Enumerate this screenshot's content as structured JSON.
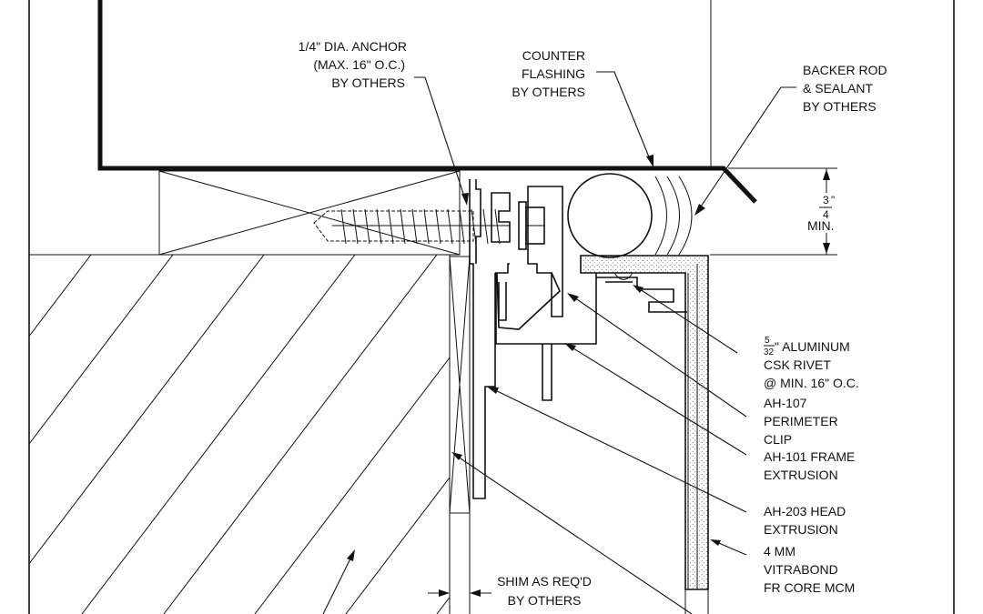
{
  "labels": {
    "anchor": [
      "1/4\" DIA. ANCHOR",
      "(MAX. 16\" O.C.)",
      "BY OTHERS"
    ],
    "counter_flashing": [
      "COUNTER",
      "FLASHING",
      "BY OTHERS"
    ],
    "backer_rod": [
      "BACKER ROD",
      "& SEALANT",
      "BY OTHERS"
    ],
    "min_dim": {
      "num": "3",
      "den": "4",
      "unit": "\"",
      "text": "MIN."
    },
    "rivet": {
      "frac_num": "5",
      "frac_den": "32",
      "line1_rest": "\" ALUMINUM",
      "line2": "CSK RIVET",
      "line3": "@ MIN. 16\" O.C."
    },
    "perimeter_clip": [
      "AH-107",
      "PERIMETER",
      "CLIP"
    ],
    "frame_extrusion": [
      "AH-101 FRAME",
      "EXTRUSION"
    ],
    "head_extrusion": [
      "AH-203 HEAD",
      "EXTRUSION"
    ],
    "mcm": [
      "4 MM",
      "VITRABOND",
      "FR CORE MCM"
    ],
    "shim": [
      "SHIM AS REQ'D",
      "BY OTHERS"
    ]
  },
  "colors": {
    "ink": "#111111",
    "paper": "#ffffff"
  }
}
